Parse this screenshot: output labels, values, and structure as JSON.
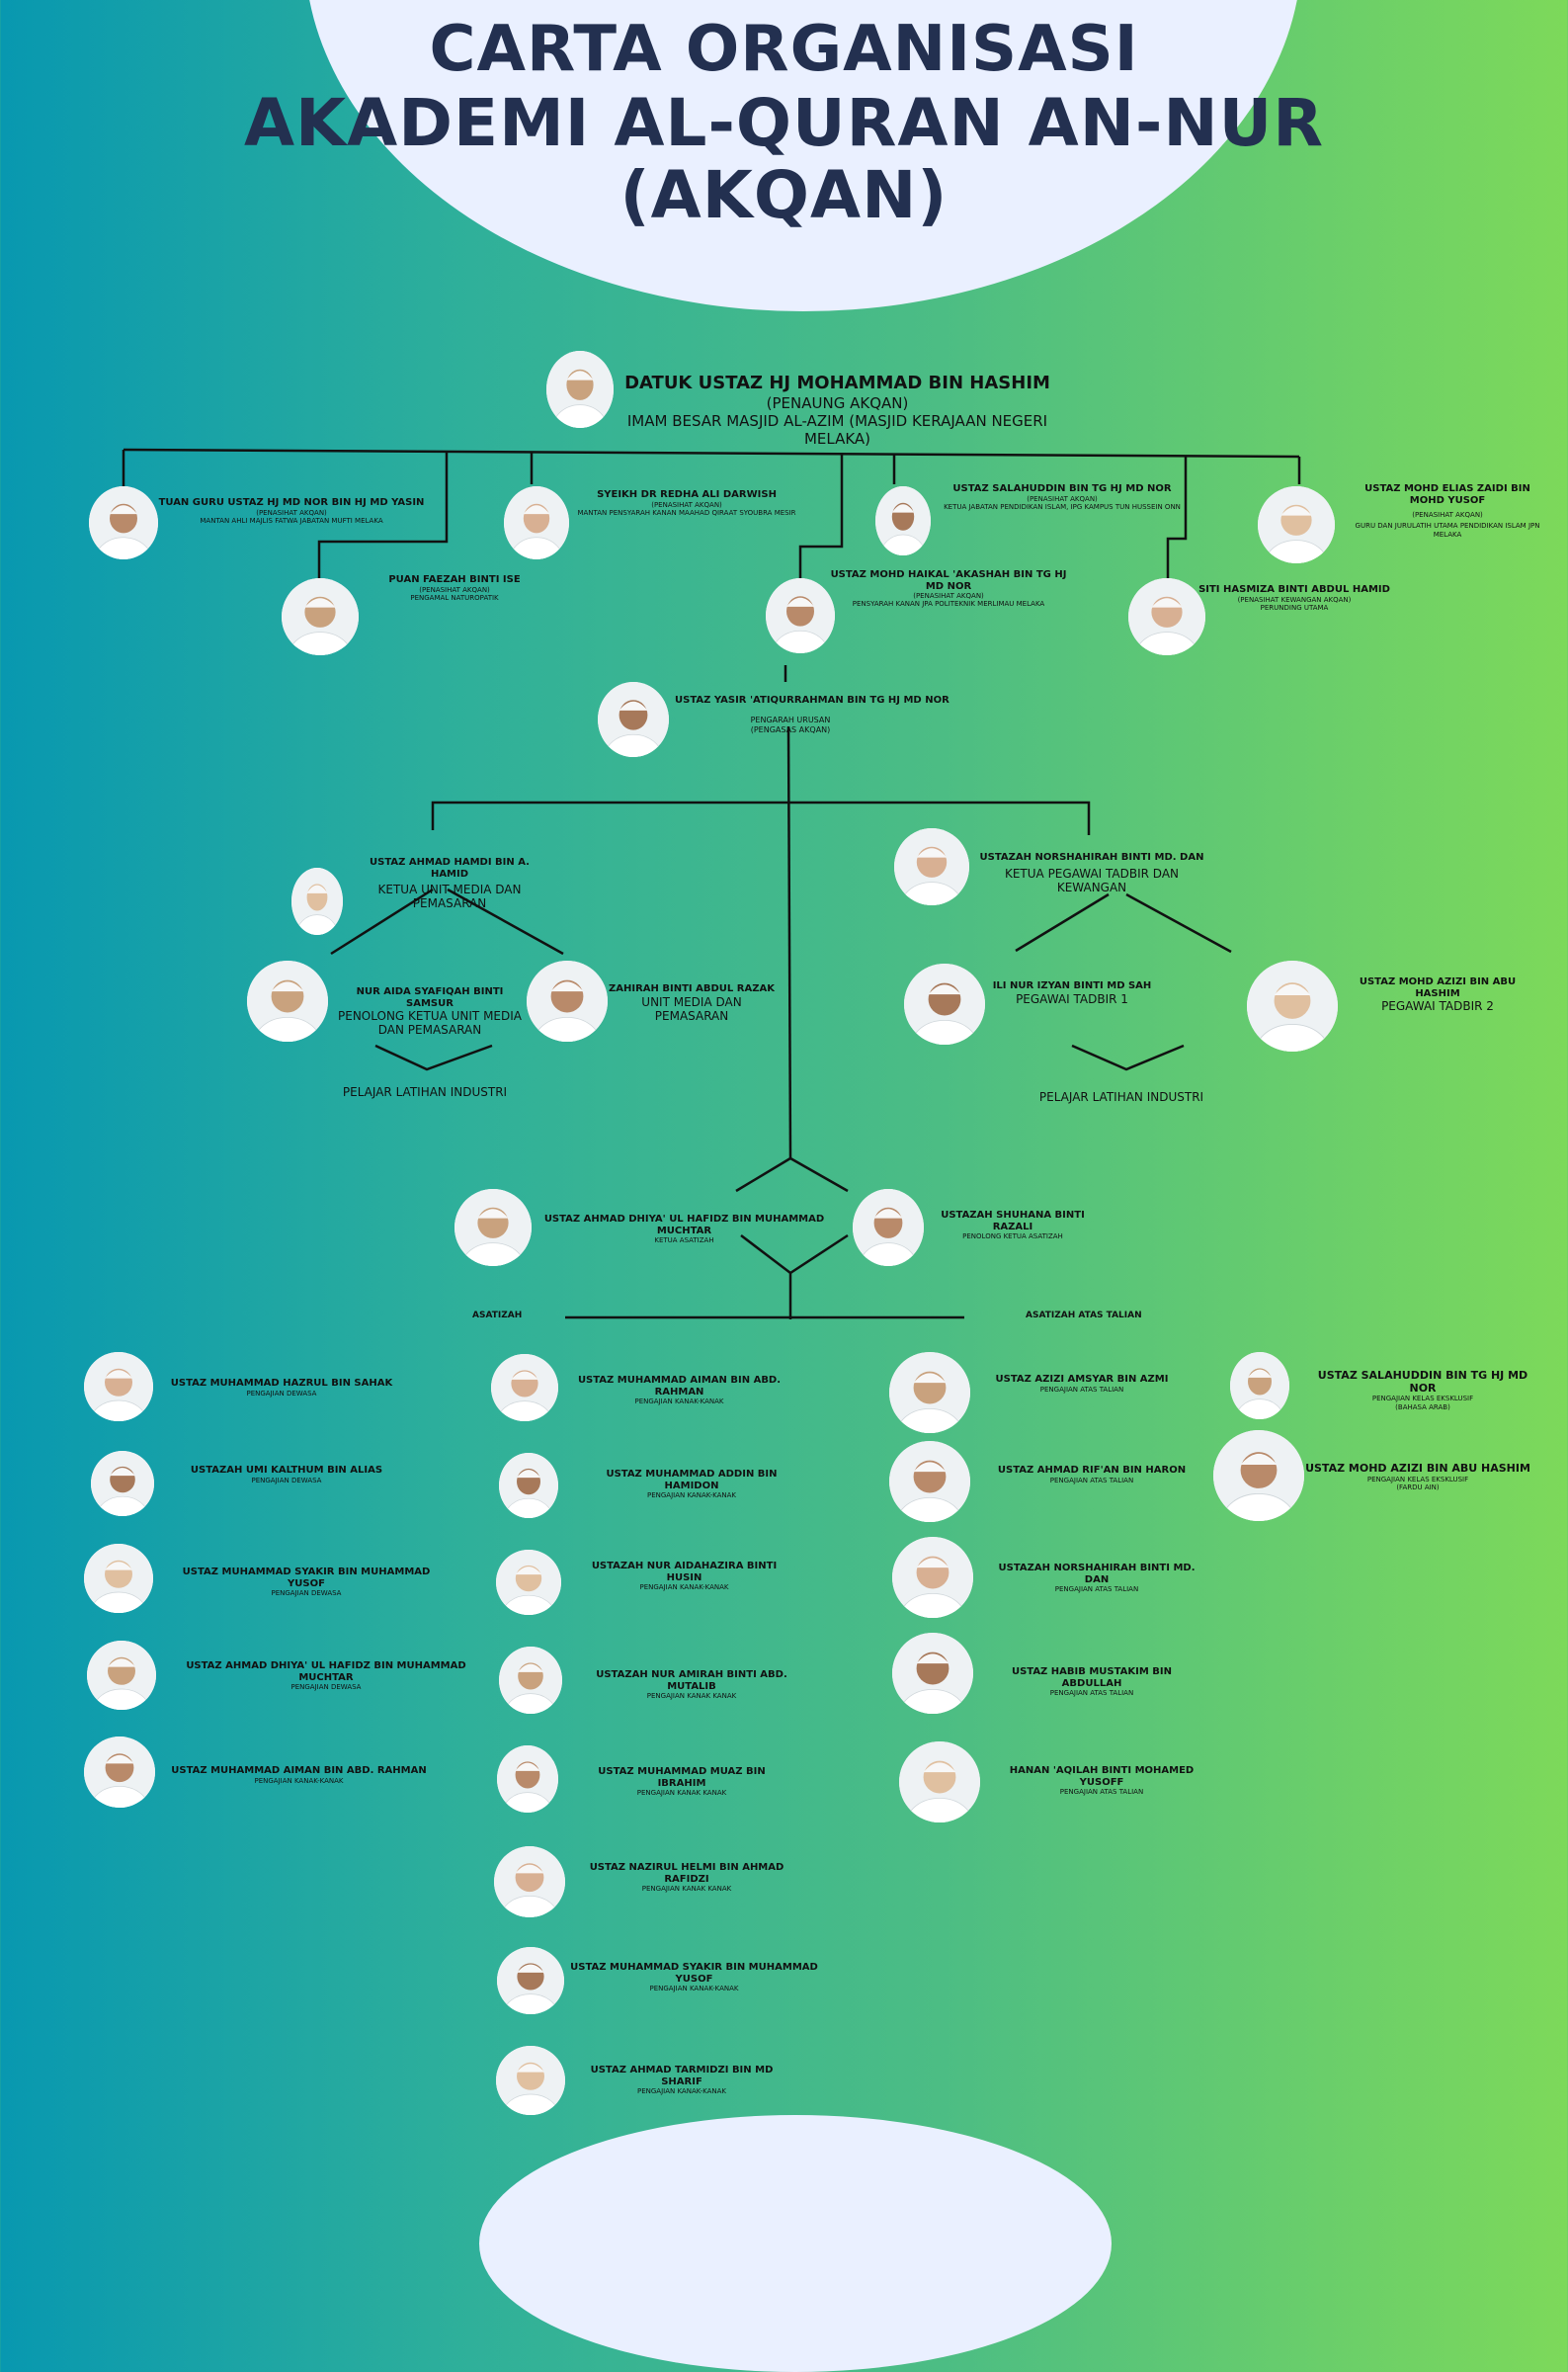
{
  "title": {
    "line1": "CARTA ORGANISASI",
    "line2": "AKADEMI AL-QURAN AN-NUR",
    "line3": "(AKQAN)"
  },
  "patron": {
    "name": "DATUK USTAZ HJ MOHAMMAD BIN HASHIM",
    "role": "(PENAUNG AKQAN)",
    "desc": "IMAM BESAR MASJID AL-AZIM (MASJID KERAJAAN NEGERI MELAKA)"
  },
  "advisors": [
    {
      "name": "TUAN GURU USTAZ HJ MD NOR BIN HJ MD YASIN",
      "role": "(PENASIHAT AKQAN)",
      "desc": "MANTAN AHLI MAJLIS FATWA JABATAN MUFTI MELAKA"
    },
    {
      "name": "SYEIKH DR REDHA ALI DARWISH",
      "role": "(PENASIHAT AKQAN)",
      "desc": "MANTAN PENSYARAH KANAN MAAHAD QIRAAT SYOUBRA MESIR"
    },
    {
      "name": "USTAZ SALAHUDDIN BIN TG HJ MD NOR",
      "role": "(PENASIHAT AKQAN)",
      "desc": "KETUA JABATAN PENDIDIKAN ISLAM, IPG KAMPUS TUN HUSSEIN ONN"
    },
    {
      "name": "USTAZ MOHD ELIAS ZAIDI BIN MOHD YUSOF",
      "role": "(PENASIHAT AKQAN)",
      "desc": "GURU DAN JURULATIH UTAMA PENDIDIKAN ISLAM JPN MELAKA"
    },
    {
      "name": "PUAN FAEZAH BINTI ISE",
      "role": "(PENASIHAT AKQAN)",
      "desc": "PENGAMAL NATUROPATIK"
    },
    {
      "name": "USTAZ MOHD HAIKAL 'AKASHAH BIN TG HJ MD NOR",
      "role": "(PENASIHAT AKQAN)",
      "desc": "PENSYARAH KANAN JPA POLITEKNIK MERLIMAU MELAKA"
    },
    {
      "name": "SITI HASMIZA BINTI ABDUL HAMID",
      "role": "(PENASIHAT KEWANGAN AKQAN)",
      "desc": "PERUNDING UTAMA"
    }
  ],
  "director": {
    "name": "USTAZ YASIR 'ATIQURRAHMAN BIN TG HJ MD NOR",
    "role": "PENGARAH URUSAN",
    "desc": "(PENGASAS AKQAN)"
  },
  "media": {
    "head": {
      "name": "USTAZ AHMAD HAMDI BIN A. HAMID",
      "role": "KETUA UNIT MEDIA DAN PEMASARAN"
    },
    "staff": [
      {
        "name": "NUR AIDA SYAFIQAH BINTI SAMSUR",
        "role": "PENOLONG KETUA UNIT MEDIA DAN PEMASARAN"
      },
      {
        "name": "ZAHIRAH BINTI ABDUL RAZAK",
        "role": "UNIT MEDIA DAN PEMASARAN"
      }
    ],
    "intern": "PELAJAR LATIHAN INDUSTRI"
  },
  "admin": {
    "head": {
      "name": "USTAZAH NORSHAHIRAH BINTI MD. DAN",
      "role": "KETUA PEGAWAI TADBIR DAN KEWANGAN"
    },
    "staff": [
      {
        "name": "ILI NUR IZYAN BINTI MD SAH",
        "role": "PEGAWAI TADBIR 1"
      },
      {
        "name": "USTAZ MOHD AZIZI BIN ABU HASHIM",
        "role": "PEGAWAI TADBIR 2"
      }
    ],
    "intern": "PELAJAR LATIHAN INDUSTRI"
  },
  "teachers_head": [
    {
      "name": "USTAZ AHMAD DHIYA' UL HAFIDZ BIN MUHAMMAD MUCHTAR",
      "role": "KETUA ASATIZAH"
    },
    {
      "name": "USTAZAH SHUHANA BINTI RAZALI",
      "role": "PENOLONG KETUA ASATIZAH"
    }
  ],
  "sections": {
    "asatizah": "ASATIZAH",
    "online": "ASATIZAH ATAS TALIAN"
  },
  "col1": [
    {
      "name": "USTAZ MUHAMMAD HAZRUL BIN SAHAK",
      "role": "PENGAJIAN DEWASA"
    },
    {
      "name": "USTAZAH UMI KALTHUM BIN ALIAS",
      "role": "PENGAJIAN DEWASA"
    },
    {
      "name": "USTAZ MUHAMMAD SYAKIR BIN MUHAMMAD YUSOF",
      "role": "PENGAJIAN DEWASA"
    },
    {
      "name": "USTAZ AHMAD DHIYA' UL HAFIDZ BIN MUHAMMAD MUCHTAR",
      "role": "PENGAJIAN DEWASA"
    },
    {
      "name": "USTAZ MUHAMMAD AIMAN BIN ABD. RAHMAN",
      "role": "PENGAJIAN KANAK-KANAK"
    }
  ],
  "col2": [
    {
      "name": "USTAZ MUHAMMAD AIMAN BIN ABD. RAHMAN",
      "role": "PENGAJIAN KANAK-KANAK"
    },
    {
      "name": "USTAZ MUHAMMAD ADDIN BIN HAMIDON",
      "role": "PENGAJIAN KANAK-KANAK"
    },
    {
      "name": "USTAZAH NUR AIDAHAZIRA BINTI HUSIN",
      "role": "PENGAJIAN KANAK-KANAK"
    },
    {
      "name": "USTAZAH NUR AMIRAH BINTI ABD. MUTALIB",
      "role": "PENGAJIAN KANAK KANAK"
    },
    {
      "name": "USTAZ MUHAMMAD MUAZ BIN IBRAHIM",
      "role": "PENGAJIAN KANAK KANAK"
    },
    {
      "name": "USTAZ NAZIRUL HELMI BIN AHMAD RAFIDZI",
      "role": "PENGAJIAN KANAK KANAK"
    },
    {
      "name": "USTAZ MUHAMMAD SYAKIR BIN MUHAMMAD YUSOF",
      "role": "PENGAJIAN KANAK-KANAK"
    },
    {
      "name": "USTAZ AHMAD TARMIDZI BIN MD SHARIF",
      "role": "PENGAJIAN KANAK-KANAK"
    }
  ],
  "col3": [
    {
      "name": "USTAZ AZIZI AMSYAR BIN AZMI",
      "role": "PENGAJIAN ATAS TALIAN"
    },
    {
      "name": "USTAZ AHMAD RIF'AN BIN HARON",
      "role": "PENGAJIAN ATAS TALIAN"
    },
    {
      "name": "USTAZAH NORSHAHIRAH BINTI MD. DAN",
      "role": "PENGAJIAN ATAS TALIAN"
    },
    {
      "name": "USTAZ HABIB MUSTAKIM BIN ABDULLAH",
      "role": "PENGAJIAN ATAS TALIAN"
    },
    {
      "name": "HANAN 'AQILAH BINTI MOHAMED YUSOFF",
      "role": "PENGAJIAN ATAS TALIAN"
    }
  ],
  "col4": [
    {
      "name": "USTAZ SALAHUDDIN BIN TG HJ MD NOR",
      "role": "PENGAJIAN KELAS EKSKLUSIF",
      "desc": "(BAHASA ARAB)"
    },
    {
      "name": "USTAZ MOHD AZIZI BIN ABU HASHIM",
      "role": "PENGAJIAN KELAS EKSKLUSIF",
      "desc": "(FARDU AIN)"
    }
  ]
}
